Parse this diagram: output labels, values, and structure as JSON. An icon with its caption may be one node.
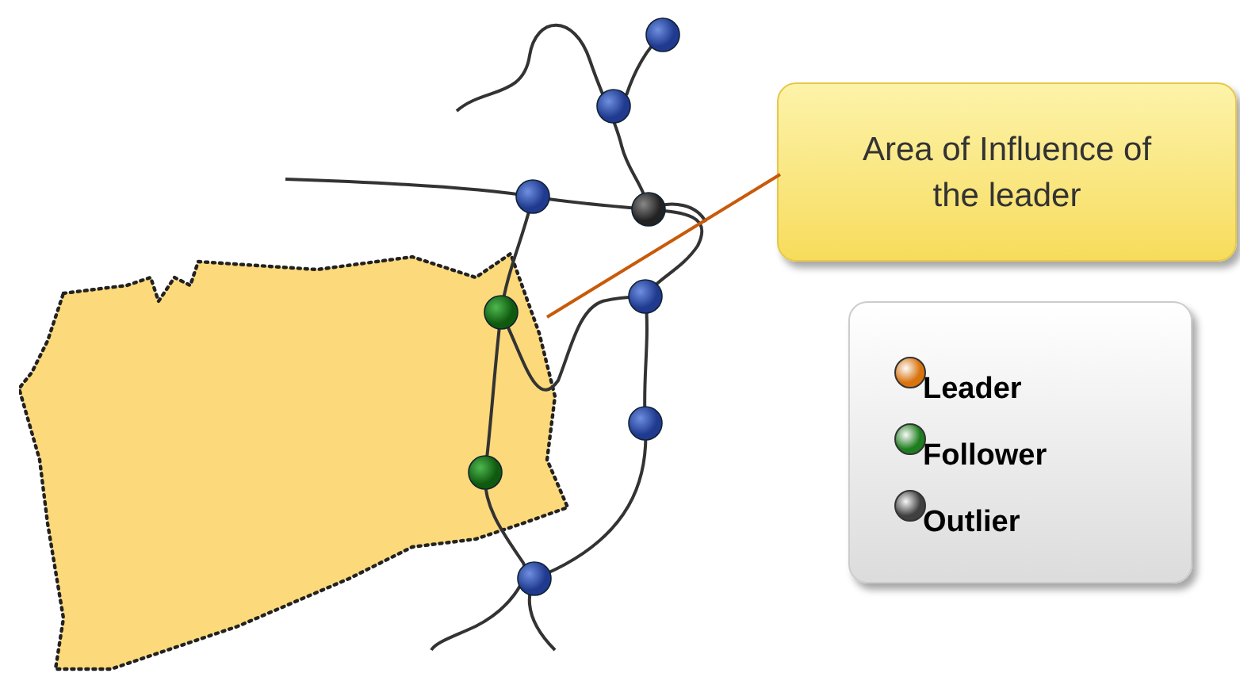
{
  "diagram": {
    "nodes": [
      {
        "text": [
          "Area of Influence of the leader"
        ]
      },
      {
        "text": [],
        "shape": "area"
      }
    ],
    "edges": [
      {
        "from": 0,
        "to": 1,
        "arrow": "none"
      }
    ],
    "legend": [
      {
        "text": "Leader",
        "color": "#d9730d"
      },
      {
        "text": "Follower",
        "color": "#1e7d1e"
      },
      {
        "text": "Outlier",
        "color": "#404040"
      }
    ]
  }
}
